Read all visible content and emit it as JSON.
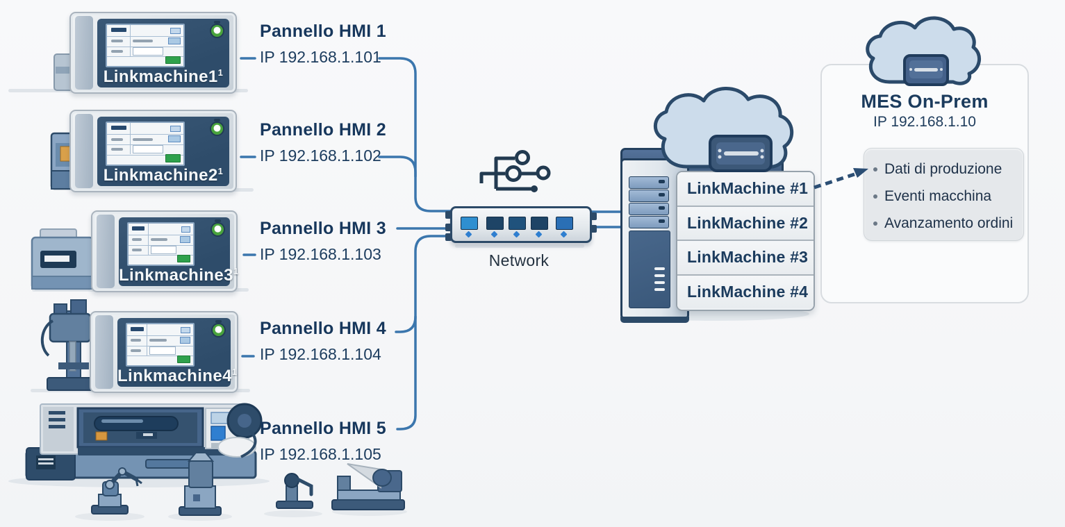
{
  "panels": [
    {
      "label": "Pannello HMI 1",
      "ip": "IP 192.168.1.101",
      "device": "Linkmachine1",
      "sup": "1"
    },
    {
      "label": "Pannello HMI 2",
      "ip": "IP 192.168.1.102",
      "device": "Linkmachine2",
      "sup": "1"
    },
    {
      "label": "Pannello HMI 3",
      "ip": "IP 192.168.1.103",
      "device": "Linkmachine3",
      "sup": "1"
    },
    {
      "label": "Pannello HMI 4",
      "ip": "IP 192.168.1.104",
      "device": "Linkmachine4",
      "sup": "1"
    },
    {
      "label": "Pannello HMI 5",
      "ip": "IP 192.168.1.105"
    }
  ],
  "network": {
    "label": "Network"
  },
  "server": {
    "instances": [
      "LinkMachine #1",
      "LinkMachine #2",
      "LinkMachine #3",
      "LinkMachine #4"
    ]
  },
  "mes": {
    "title": "MES On-Prem",
    "ip": "IP 192.168.1.10",
    "items": [
      "Dati di produzione",
      "Eventi macchina",
      "Avanzamento ordini"
    ]
  },
  "icons": {
    "network_tree": "network-tree-icon",
    "switch_ports": "ethernet-port-icon",
    "cloud": "cloud-icon",
    "cloud_device": "cloud-gateway-icon",
    "led": "status-led-icon",
    "arrow": "dashed-arrow-icon"
  },
  "colors": {
    "line_blue": "#3b76ad",
    "navy_text": "#17375c",
    "port_light_blue": "#2f8fd0",
    "port_dark_navy": "#1e4466",
    "led_green": "#49a33c",
    "cloud_fill": "#ccdceb",
    "panel_frame": "#2e4c6a"
  }
}
